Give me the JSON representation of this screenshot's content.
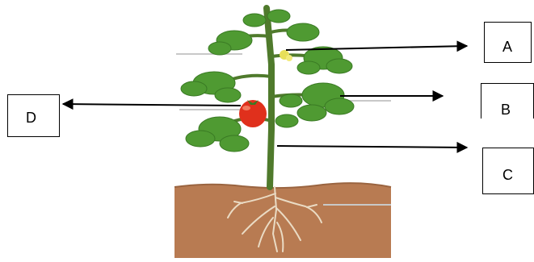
{
  "labels": {
    "a": "A",
    "b": "B",
    "c": "C",
    "d": "D"
  },
  "colors": {
    "soil": "#b87b52",
    "stem": "#4f7a2c",
    "leaf": "#4f9a32",
    "fruit": "#e0301c",
    "roots": "#eadbc4",
    "flower": "#e8df5a"
  }
}
